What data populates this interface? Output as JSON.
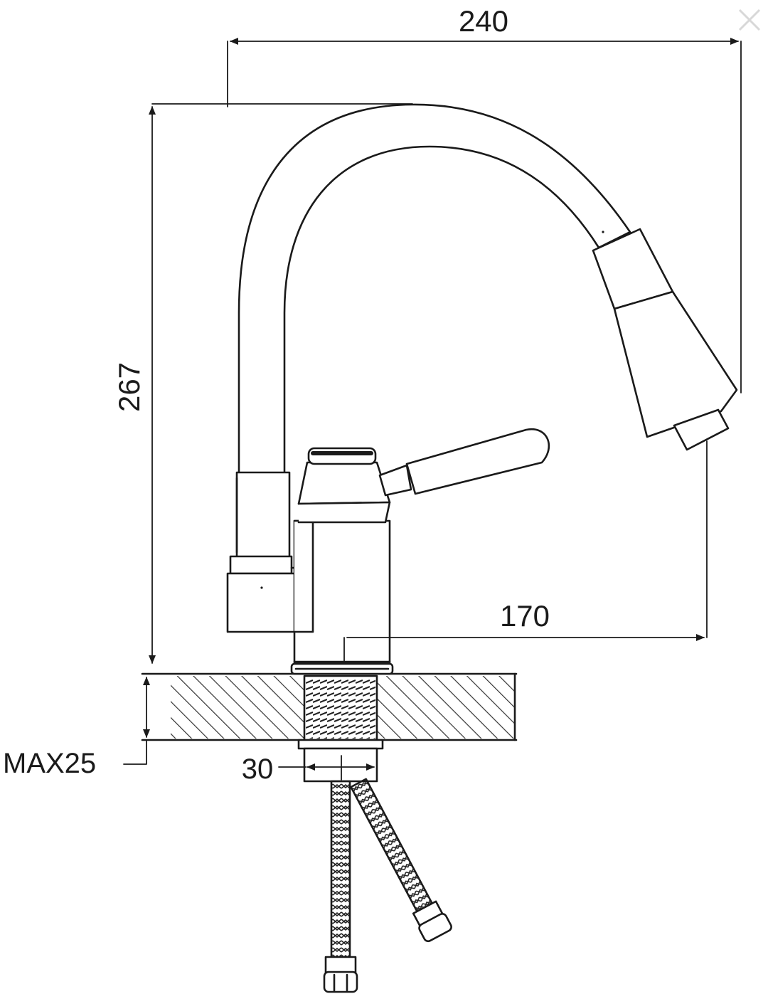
{
  "dimensions": {
    "overall_width": "240",
    "overall_height": "267",
    "spout_reach": "170",
    "max_countertop_thickness": "MAX25",
    "shank_diameter": "30"
  },
  "colors": {
    "line": "#1a1a1a",
    "hatch": "#333333",
    "close_icon": "#d8d8d8"
  },
  "icons": {
    "close": "close-icon"
  }
}
